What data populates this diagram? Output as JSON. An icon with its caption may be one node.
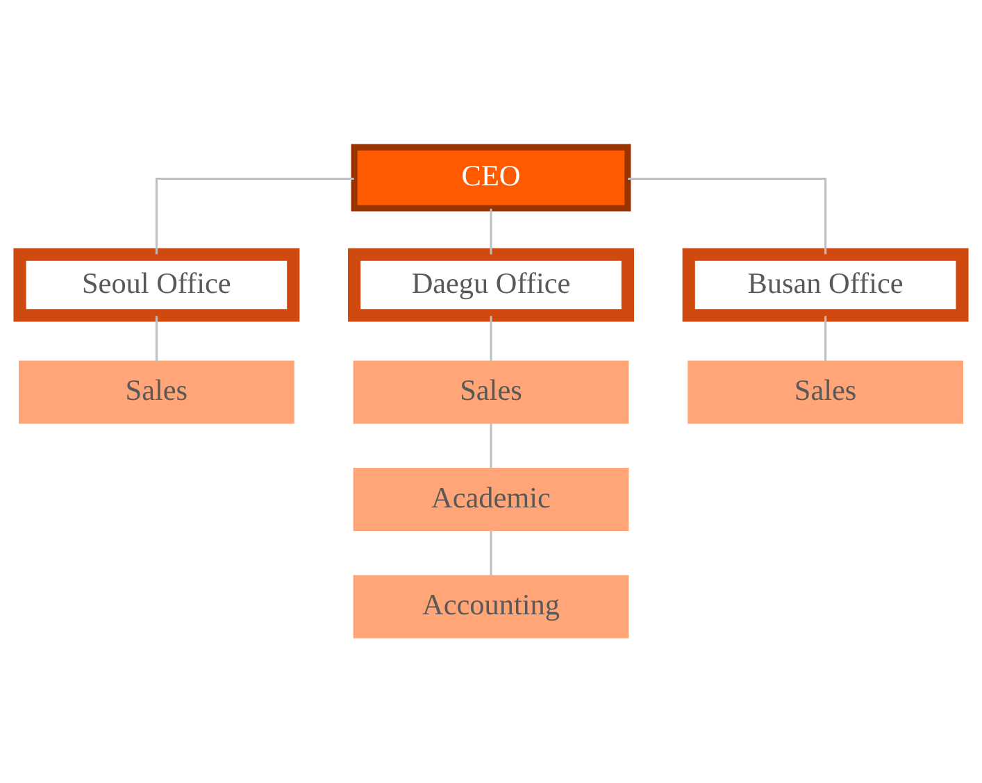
{
  "diagram": {
    "nodes": [
      {
        "text": [
          "CEO"
        ]
      },
      {
        "text": [
          "Seoul Office"
        ]
      },
      {
        "text": [
          "Daegu Office"
        ]
      },
      {
        "text": [
          "Busan Office"
        ]
      },
      {
        "text": [
          "Sales"
        ]
      },
      {
        "text": [
          "Sales"
        ]
      },
      {
        "text": [
          "Academic"
        ]
      },
      {
        "text": [
          "Accounting"
        ]
      },
      {
        "text": [
          "Sales"
        ]
      }
    ],
    "edges": [
      {
        "from": 0,
        "to": 1,
        "arrow": "none"
      },
      {
        "from": 0,
        "to": 2,
        "arrow": "none"
      },
      {
        "from": 0,
        "to": 3,
        "arrow": "none"
      },
      {
        "from": 1,
        "to": 4,
        "arrow": "none"
      },
      {
        "from": 2,
        "to": 5,
        "arrow": "none"
      },
      {
        "from": 5,
        "to": 6,
        "arrow": "none"
      },
      {
        "from": 6,
        "to": 7,
        "arrow": "none"
      },
      {
        "from": 3,
        "to": 8,
        "arrow": "none"
      }
    ]
  }
}
